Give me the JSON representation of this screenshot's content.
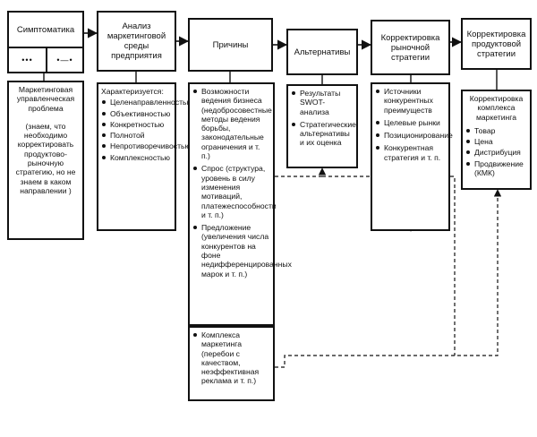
{
  "stages": [
    {
      "id": "symptoms",
      "header": "Симптоматика",
      "sub_cells": [
        "•••",
        "•—•"
      ],
      "details": [
        "Маркетинговая управленческая проблема",
        "(знаем, что необходимо корректировать продуктово-рыночную стратегию, но не знаем в каком направлении )"
      ]
    },
    {
      "id": "environment",
      "header": "Анализ маркетинговой среды предприятия",
      "intro": "Характеризуется:",
      "items": [
        "Целенаправленностью",
        "Объективностью",
        "Конкретностью",
        "Полнотой",
        "Непротиворечивостью",
        "Комплексностью"
      ]
    },
    {
      "id": "causes",
      "header": "Причины",
      "items": [
        "Возможности ведения бизнеса (недобросовестные методы ведения борьбы, законодательные ограничения и т. п.)",
        "Спрос (структура, уровень в силу изменения мотиваций, платежеспособности и т. п.)",
        "Предложение (увеличения числа конкурентов на фоне недифференцированных марок и т. п.)"
      ],
      "extra_item": "Комплекса маркетинга (перебои с качеством, неэффективная реклама и т. п.)"
    },
    {
      "id": "alternatives",
      "header": "Альтернативы",
      "items": [
        "Результаты SWOT-анализа",
        "Стратегические альтернативы и их оценка"
      ]
    },
    {
      "id": "market-strategy",
      "header": "Корректировка рыночной стратегии",
      "items": [
        "Источники конкурентных преимуществ",
        "Целевые рынки",
        "Позиционирование",
        "Конкурентная стратегия и т. п."
      ]
    },
    {
      "id": "product-strategy",
      "header": "Корректировка продуктовой стратегии",
      "intro": "Корректировка комплекса маркетинга",
      "items": [
        "Товар",
        "Цена",
        "Дистрибуция",
        "Продвижение (КМК)"
      ]
    }
  ]
}
